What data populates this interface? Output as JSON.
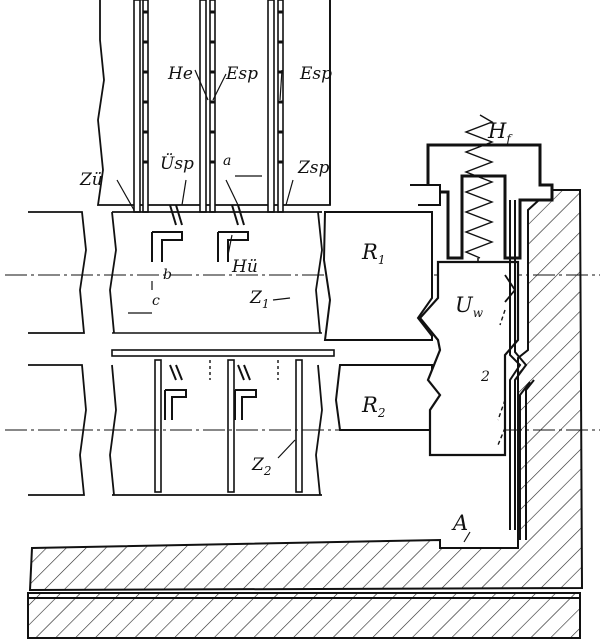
{
  "labels": {
    "he": "He",
    "esp_1": "Esp",
    "esp_2": "Esp",
    "hf_main": "H",
    "hf_sub": "f",
    "zu": "Zü",
    "usp": "Üsp",
    "a": "a",
    "zsp": "Zsp",
    "b": "b",
    "hu": "Hü",
    "c": "c",
    "r1_main": "R",
    "r1_sub": "1",
    "uw_main": "U",
    "uw_sub": "w",
    "z1_main": "Z",
    "z1_sub": "1",
    "two": "2",
    "r2_main": "R",
    "r2_sub": "2",
    "z2_main": "Z",
    "z2_sub": "2",
    "a_label": "A"
  }
}
